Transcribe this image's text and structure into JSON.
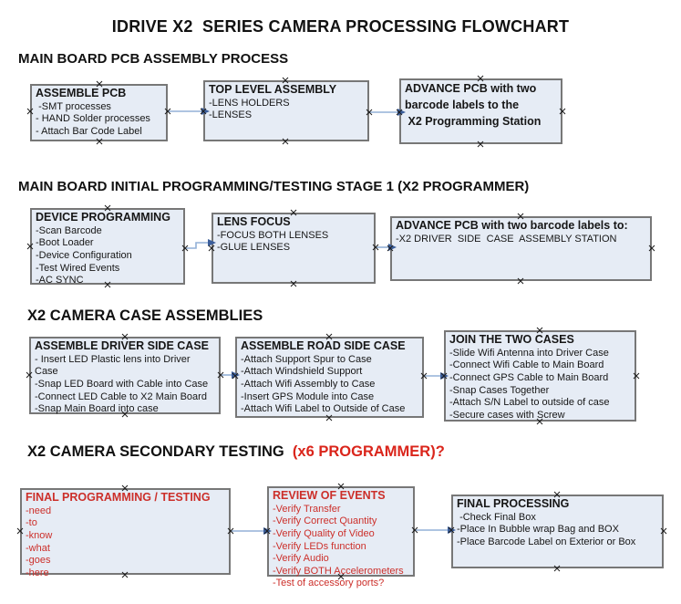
{
  "title": "IDRIVE X2  SERIES CAMERA PROCESSING FLOWCHART",
  "colors": {
    "box_fill": "#e6ecf5",
    "box_border": "#777777",
    "connector_line": "#93b1d7",
    "connector_arrow": "#3b5e9b",
    "red_text": "#cc2f2a",
    "red_heading": "#da251b"
  },
  "sections": [
    {
      "heading": "MAIN BOARD PCB ASSEMBLY PROCESS"
    },
    {
      "heading": "MAIN BOARD INITIAL PROGRAMMING/TESTING STAGE 1 (X2 PROGRAMMER)"
    },
    {
      "heading": "X2 CAMERA CASE ASSEMBLIES"
    },
    {
      "heading": "X2 CAMERA SECONDARY TESTING",
      "heading_suffix": "  (x6 PROGRAMMER)?"
    }
  ],
  "boxes": [
    {
      "id": "assemble-pcb",
      "title": "ASSEMBLE PCB",
      "color": "black",
      "lines_bold": false,
      "lines": [
        " -SMT processes",
        "- HAND Solder processes",
        "- Attach Bar Code Label"
      ]
    },
    {
      "id": "top-level-assembly",
      "title": "TOP LEVEL ASSEMBLY",
      "color": "black",
      "lines_bold": false,
      "lines": [
        "-LENS HOLDERS",
        "-LENSES"
      ]
    },
    {
      "id": "advance-pcb-programming-station",
      "title": "",
      "color": "black",
      "lines_bold": true,
      "lines": [
        "ADVANCE PCB with two",
        "barcode labels to the",
        " X2 Programming Station"
      ]
    },
    {
      "id": "device-programming",
      "title": "DEVICE PROGRAMMING",
      "color": "black",
      "lines_bold": false,
      "lines": [
        "-Scan Barcode",
        "-Boot Loader",
        "-Device Configuration",
        "-Test Wired Events",
        "-AC SYNC"
      ]
    },
    {
      "id": "lens-focus",
      "title": "LENS FOCUS",
      "color": "black",
      "lines_bold": false,
      "lines": [
        "-FOCUS BOTH LENSES",
        "-GLUE LENSES"
      ]
    },
    {
      "id": "advance-pcb-driver-side",
      "title": "ADVANCE PCB with two barcode labels to:",
      "color": "black",
      "lines_bold": false,
      "lines": [
        "-X2 DRIVER  SIDE  CASE  ASSEMBLY STATION"
      ]
    },
    {
      "id": "assemble-driver-side-case",
      "title": "ASSEMBLE DRIVER SIDE CASE",
      "color": "black",
      "lines_bold": false,
      "lines": [
        "- Insert LED Plastic lens into Driver Case",
        "-Snap LED Board with Cable into Case",
        "-Connect LED Cable to X2 Main Board",
        "-Snap Main Board into case"
      ]
    },
    {
      "id": "assemble-road-side-case",
      "title": "ASSEMBLE ROAD SIDE CASE",
      "color": "black",
      "lines_bold": false,
      "lines": [
        "-Attach Support Spur to Case",
        "-Attach Windshield Support",
        "-Attach Wifi Assembly to Case",
        "-Insert GPS Module into Case",
        "-Attach Wifi Label to Outside of Case"
      ]
    },
    {
      "id": "join-the-two-cases",
      "title": "JOIN THE TWO CASES",
      "color": "black",
      "lines_bold": false,
      "lines": [
        "-Slide Wifi Antenna into Driver Case",
        "-Connect Wifi Cable to Main Board",
        "-Connect GPS Cable to Main Board",
        "-Snap Cases Together",
        "-Attach S/N Label to outside of case",
        "-Secure cases with Screw"
      ]
    },
    {
      "id": "final-programming-testing",
      "title": "FINAL PROGRAMMING / TESTING",
      "color": "red",
      "lines_bold": false,
      "lines": [
        "-need",
        "-to",
        "-know",
        "-what",
        "-goes",
        "-here"
      ]
    },
    {
      "id": "review-of-events",
      "title": "REVIEW OF EVENTS",
      "color": "red",
      "lines_bold": false,
      "lines": [
        "-Verify Transfer",
        "-Verify Correct Quantity",
        "-Verify Quality of Video",
        "-Verify LEDs function",
        "-Verify Audio",
        "-Verify BOTH Accelerometers",
        "-Test of accessory ports?"
      ]
    },
    {
      "id": "final-processing",
      "title": "FINAL PROCESSING",
      "color": "black",
      "lines_bold": false,
      "lines": [
        " -Check Final Box",
        "-Place In Bubble wrap Bag and BOX",
        "-Place Barcode Label on Exterior or Box"
      ]
    }
  ]
}
